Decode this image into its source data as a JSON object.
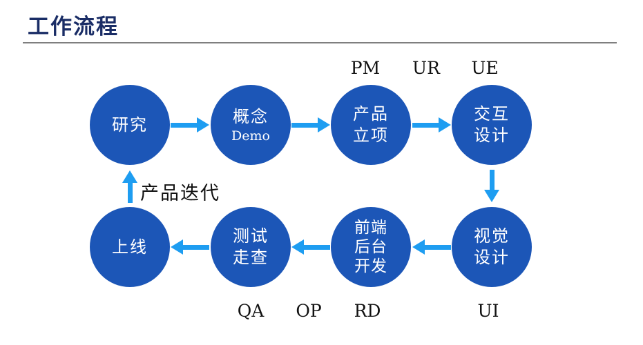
{
  "slide": {
    "title": "工作流程"
  },
  "colors": {
    "circle_fill": "#1C56B7",
    "circle_text": "#FFFFFF",
    "arrow": "#1E9DF1",
    "title_text": "#1A2D66",
    "label_text": "#111111",
    "divider": "#7F7F7F"
  },
  "nodes": [
    {
      "id": "research",
      "lines": [
        "研究"
      ]
    },
    {
      "id": "concept-demo",
      "lines": [
        "概念",
        "Demo"
      ]
    },
    {
      "id": "product-initiation",
      "lines": [
        "产品",
        "立项"
      ]
    },
    {
      "id": "interaction-design",
      "lines": [
        "交互",
        "设计"
      ]
    },
    {
      "id": "visual-design",
      "lines": [
        "视觉",
        "设计"
      ]
    },
    {
      "id": "frontend-backend-dev",
      "lines": [
        "前端",
        "后台",
        "开发"
      ]
    },
    {
      "id": "test-review",
      "lines": [
        "测试",
        "走查"
      ]
    },
    {
      "id": "launch",
      "lines": [
        "上线"
      ]
    }
  ],
  "role_labels": {
    "top": [
      "PM",
      "UR",
      "UE"
    ],
    "bottom": [
      "QA",
      "OP",
      "RD",
      "UI"
    ]
  },
  "iteration_label": "产品迭代"
}
